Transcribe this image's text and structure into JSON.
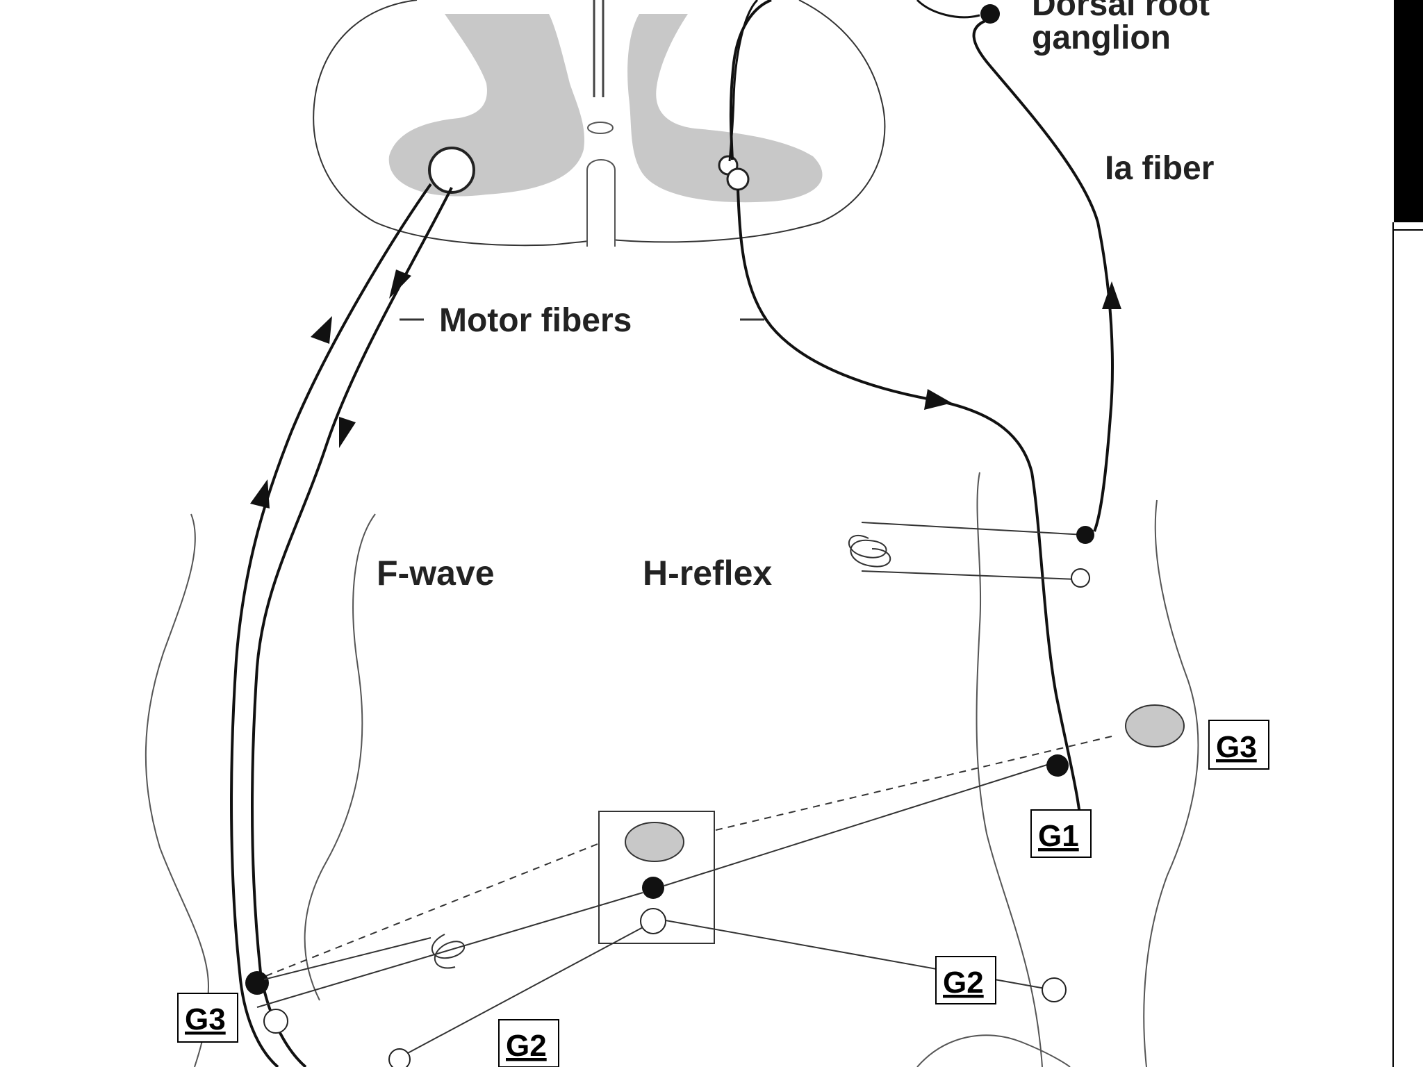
{
  "labels": {
    "dorsal_root_ganglion_line1": "Dorsal root",
    "dorsal_root_ganglion_line2": "ganglion",
    "ia_fiber": "Ia fiber",
    "motor_fibers": "Motor fibers",
    "f_wave": "F-wave",
    "h_reflex": "H-reflex"
  },
  "electrodes": {
    "g3_right": "G3",
    "g1": "G1",
    "g2_right": "G2",
    "g3_left": "G3",
    "g2_left": "G2"
  }
}
